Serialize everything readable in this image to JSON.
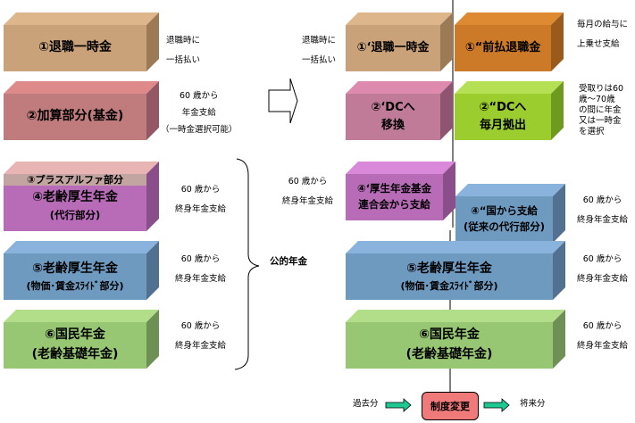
{
  "colors": {
    "tan": "#c9a27a",
    "tan_top": "#ddb68b",
    "pink": "#c07b8c",
    "pink_top": "#de8a98",
    "rose_band": "#c2a4a0",
    "rose_top": "#e8b4b4",
    "magenta": "#b86cb8",
    "magenta_top": "#da88da",
    "blue": "#6e9ac0",
    "blue_top": "#89b2dc",
    "green": "#98c774",
    "green_top": "#b2de8a",
    "orange": "#cc7a28",
    "orange_top": "#de8a32",
    "lime": "#9ccd2e",
    "lime_top": "#b6e054",
    "change_box": "#f07a7a",
    "arrow_fill": "#1ec890"
  },
  "left": {
    "box1": {
      "label": "①退職一時金"
    },
    "box1_note": [
      "退職時に",
      "一括払い"
    ],
    "box2": {
      "label": "②加算部分(基金)"
    },
    "box2_note": [
      "60 歳から",
      "年金支給",
      "（一時金選択可能）"
    ],
    "box3": {
      "label": "③プラスアルファ部分"
    },
    "box4": {
      "line1": "④老齢厚生年金",
      "line2": "(代行部分)"
    },
    "box4_note": [
      "60 歳から",
      "終身年金支給"
    ],
    "box5": {
      "line1": "⑤老齢厚生年金",
      "line2": "(物価･賃金ｽﾗｲﾄﾞ部分)"
    },
    "box5_note": [
      "60 歳から",
      "終身年金支給"
    ],
    "box6": {
      "line1": "⑥国民年金",
      "line2": "(老齢基礎年金)"
    },
    "box6_note": [
      "60 歳から",
      "終身年金支給"
    ]
  },
  "brace_label": "公的年金",
  "right": {
    "box1a": {
      "label": "①‘退職一時金"
    },
    "box1a_note": [
      "退職時に",
      "一括払い"
    ],
    "box1b": {
      "label": "①“前払退職金"
    },
    "box1b_note": [
      "毎月の給与に",
      "上乗せ支給"
    ],
    "box2a": {
      "line1": "②‘DCへ",
      "line2": "移換"
    },
    "box2b": {
      "line1": "②“DCへ",
      "line2": "毎月拠出"
    },
    "box2b_note": [
      "受取りは60",
      "歳～70歳",
      "の間に年金",
      "又は一時金",
      "を選択"
    ],
    "box4a": {
      "line1": "④‘厚生年金基金",
      "line2": "連合会から支給"
    },
    "box4a_note": [
      "60 歳から",
      "終身年金支給"
    ],
    "box4b": {
      "line1": "④“国から支給",
      "line2": "(従来の代行部分)"
    },
    "box4b_note": [
      "60 歳から",
      "終身年金支給"
    ],
    "box5": {
      "line1": "⑤老齢厚生年金",
      "line2": "(物価･賃金ｽﾗｲﾄﾞ部分)"
    },
    "box5_note": [
      "60 歳から",
      "終身年金支給"
    ],
    "box6": {
      "line1": "⑥国民年金",
      "line2": "(老齢基礎年金)"
    },
    "box6_note": [
      "60 歳から",
      "終身年金支給"
    ]
  },
  "legend": {
    "past": "過去分",
    "change": "制度変更",
    "future": "将来分"
  }
}
